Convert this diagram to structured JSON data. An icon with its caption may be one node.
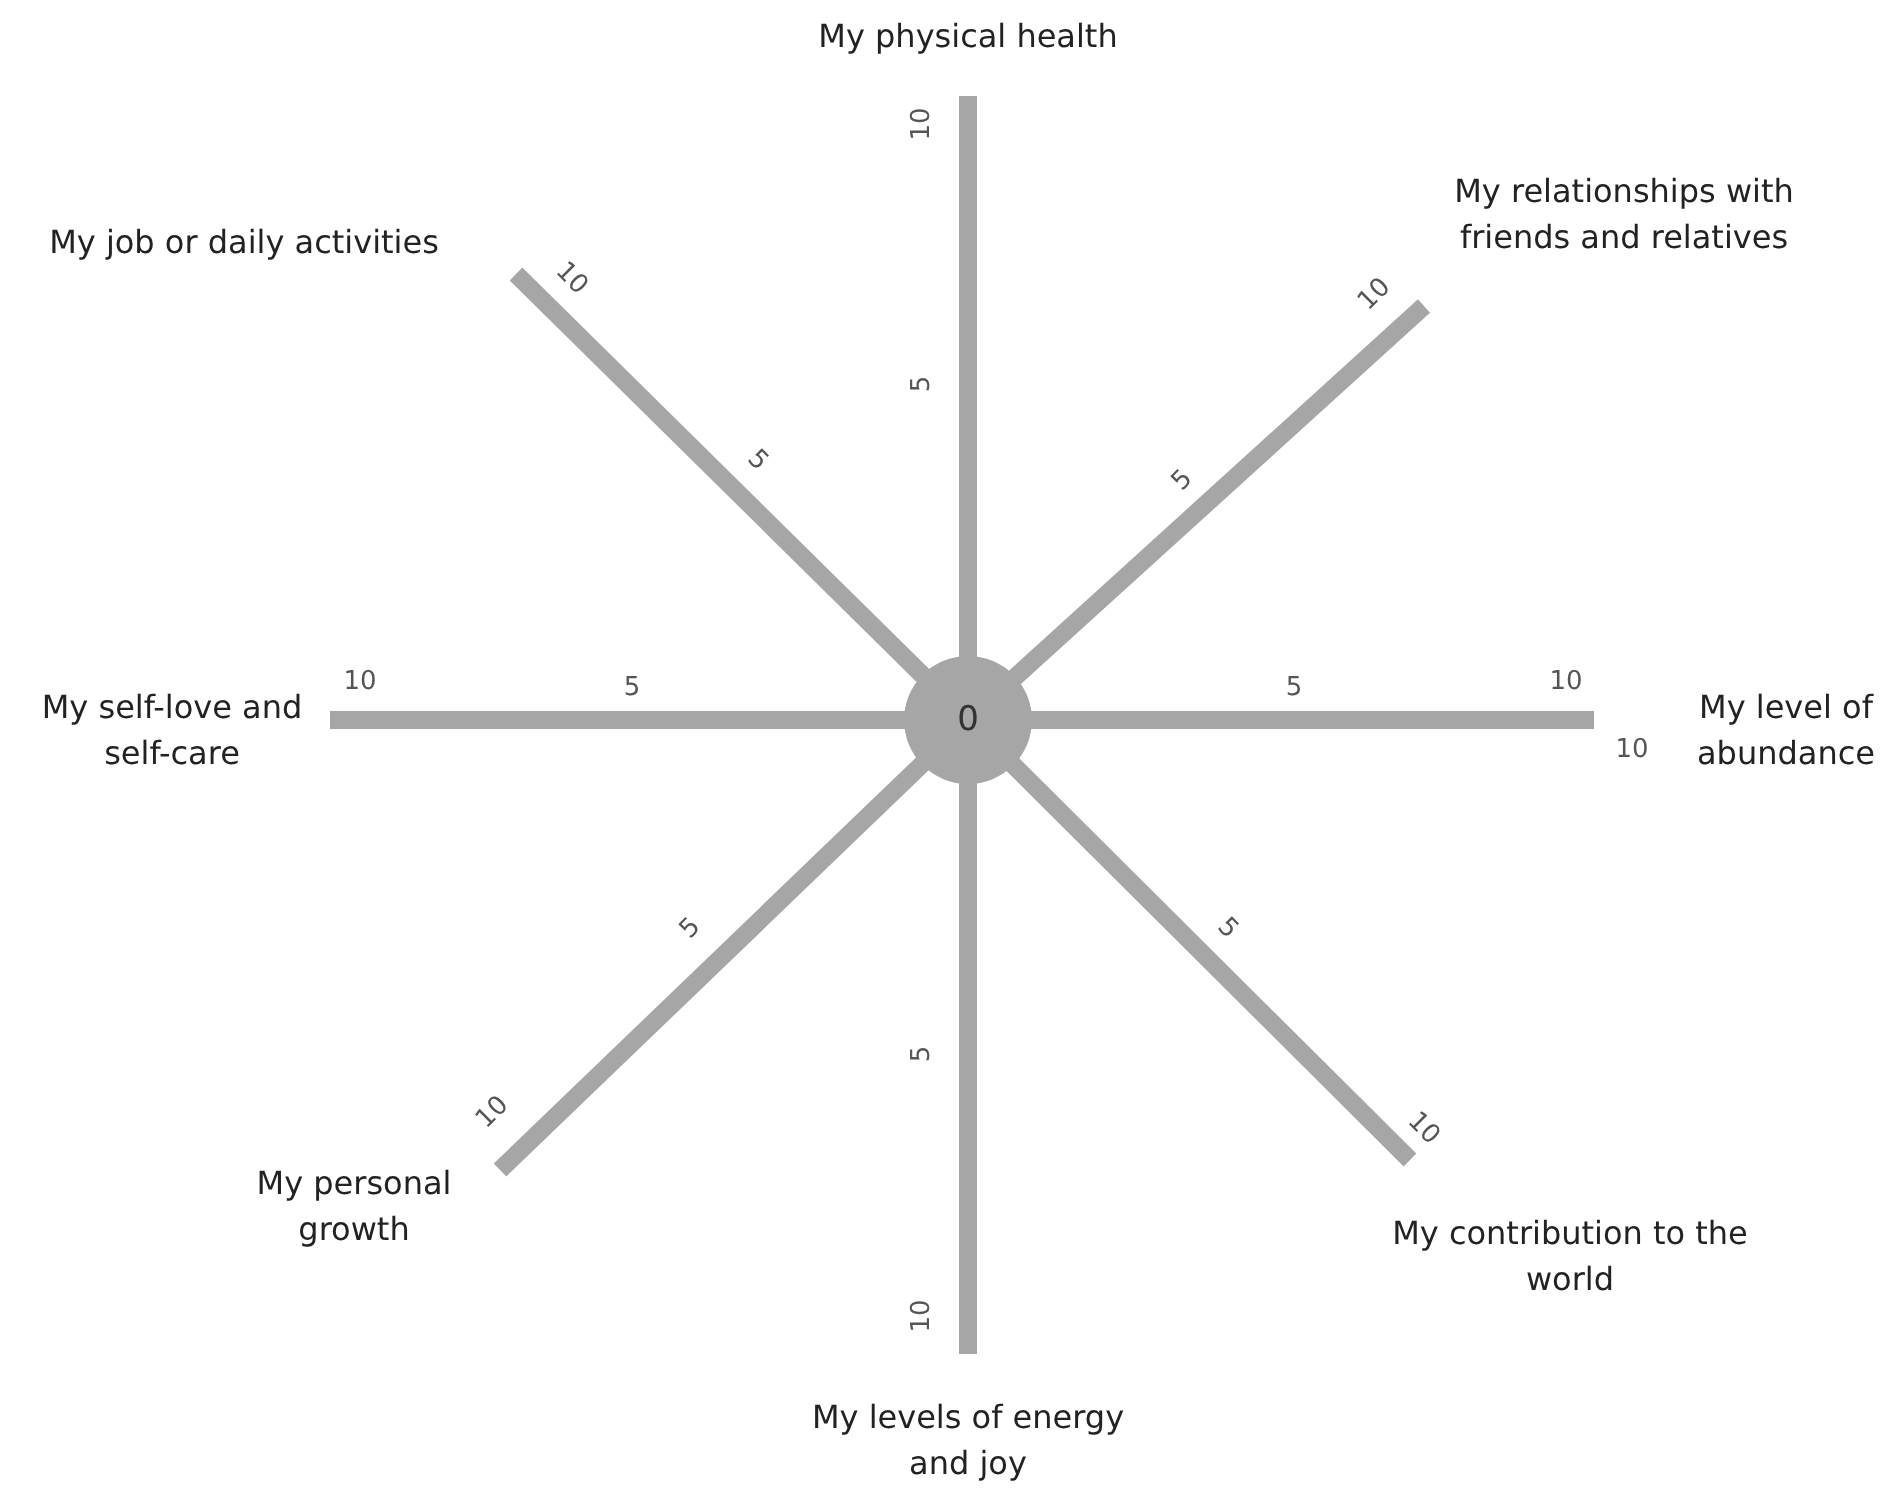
{
  "diagram": {
    "nodes": [
      {
        "text": [
          "0"
        ]
      }
    ],
    "labels": [
      "My physical health",
      "10",
      "My job or daily activities",
      "My relationships with friends and relatives",
      "10",
      "10",
      "5",
      "5",
      "5",
      "10",
      "5",
      "5",
      "10",
      "My self-love and self-care",
      "My level of abundance",
      "10",
      "5",
      "5",
      "5",
      "10",
      "10",
      "My personal growth",
      "My contribution to the world",
      "10",
      "My levels of energy and joy"
    ]
  }
}
